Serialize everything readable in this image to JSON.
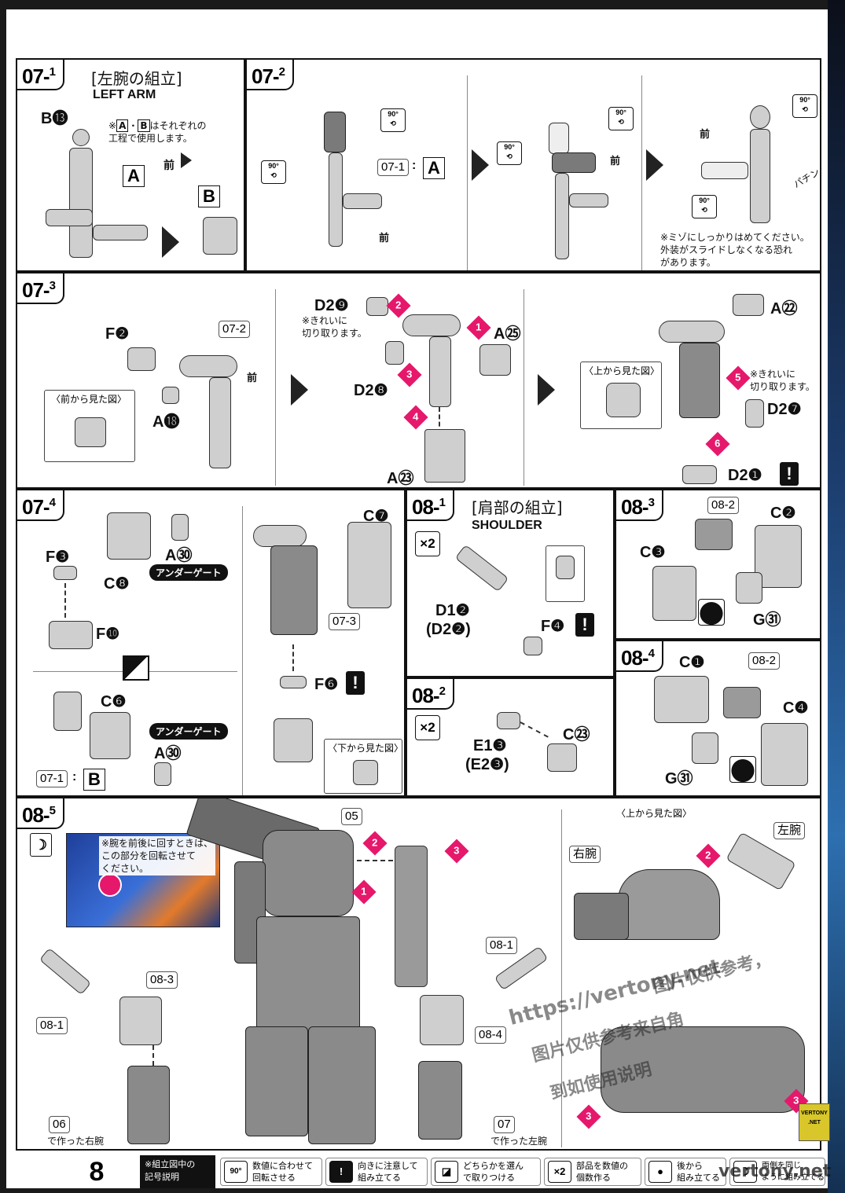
{
  "page_number": "8",
  "s071": {
    "step": "07-",
    "sub": "1",
    "title_jp": "[左腕の組立]",
    "title_en": "LEFT ARM",
    "note_a": "※",
    "note_b": "A",
    "note_c": "・",
    "note_d": "B",
    "note_e": "はそれぞれの",
    "note_f": "工程で使用します。",
    "part_b13": "B⓭",
    "box_a": "A",
    "box_b": "B",
    "front": "前"
  },
  "s072": {
    "step": "07-",
    "sub": "2",
    "ref": "07-1",
    "colon": ":",
    "box_a": "A",
    "front": "前",
    "front2": "前",
    "front3": "前",
    "snap": "パチン",
    "note": "※ミゾにしっかりはめてください。\n外装がスライドしなくなる恐れ\nがあります。",
    "rot": "90°"
  },
  "s073": {
    "step": "07-",
    "sub": "3",
    "ref": "07-2",
    "f2": "F❷",
    "a18": "A⓲",
    "front": "前",
    "view_front": "〈前から見た図〉",
    "d29": "D2❾",
    "clean1": "※きれいに\n切り取ります。",
    "d28": "D2❽",
    "a25": "A㉕",
    "a23": "A㉓",
    "a22": "A㉒",
    "view_top": "〈上から見た図〉",
    "clean2": "※きれいに\n切り取ります。",
    "d27": "D2❼",
    "d21": "D2❶",
    "steps": [
      "1",
      "2",
      "3",
      "4",
      "5",
      "6"
    ]
  },
  "s074": {
    "step": "07-",
    "sub": "4",
    "f3": "F❸",
    "c8": "C❽",
    "a30": "A㉚",
    "gate": "アンダーゲート",
    "f10": "F❿",
    "c6": "C❻",
    "a30b": "A㉚",
    "gate2": "アンダーゲート",
    "ref": "07-1",
    "colon": ":",
    "box_b": "B",
    "c7": "C❼",
    "ref073": "07-3",
    "f6": "F❻",
    "view_bottom": "〈下から見た図〉"
  },
  "s081": {
    "step": "08-",
    "sub": "1",
    "title_jp": "[肩部の組立]",
    "title_en": "SHOULDER",
    "x2": "×2",
    "d12": "D1❷",
    "d22": "(D2❷)",
    "f4": "F❹"
  },
  "s082": {
    "step": "08-",
    "sub": "2",
    "x2": "×2",
    "e13": "E1❸",
    "e23": "(E2❸)",
    "c23": "C㉓"
  },
  "s083": {
    "step": "08-",
    "sub": "3",
    "ref": "08-2",
    "c2": "C❷",
    "c3": "C❸",
    "g31": "G㉛"
  },
  "s084": {
    "step": "08-",
    "sub": "4",
    "c1": "C❶",
    "ref": "08-2",
    "c4": "C❹",
    "g31": "G㉛"
  },
  "s085": {
    "step": "08-",
    "sub": "5",
    "photo_note": "※腕を前後に回すときは、\nこの部分を回転させて\nください。",
    "ref05": "05",
    "ref081a": "08-1",
    "ref083": "08-3",
    "ref06": "06",
    "made_right": "で作った右腕",
    "ref081b": "08-1",
    "ref084": "08-4",
    "ref07": "07",
    "made_left": "で作った左腕",
    "view_top": "〈上から見た図〉",
    "right_arm": "右腕",
    "left_arm": "左腕",
    "steps": [
      "1",
      "2",
      "3"
    ]
  },
  "footer": {
    "legend_title": "※組立図中の\n記号説明",
    "items": [
      {
        "icon": "90°",
        "text": "数値に合わせて\n回転させる"
      },
      {
        "icon": "!",
        "text": "向きに注意して\n組み立てる"
      },
      {
        "icon": "◪",
        "text": "どちらかを選ん\nで取りつける"
      },
      {
        "icon": "×2",
        "text": "部品を数値の\n個数作る"
      },
      {
        "icon": "●",
        "text": "後から\n組み立てる"
      },
      {
        "icon": "☽",
        "text": "両側を同じ\nように組み立てる"
      }
    ]
  },
  "watermark": {
    "url": "https://vertony.net",
    "cn1": "图片仅供参考，",
    "cn2": "图片仅供参考来自角",
    "cn3": "到如使用说明",
    "badge1": "VERTONY",
    "badge2": ".NET",
    "bottom": "vertony.net"
  }
}
